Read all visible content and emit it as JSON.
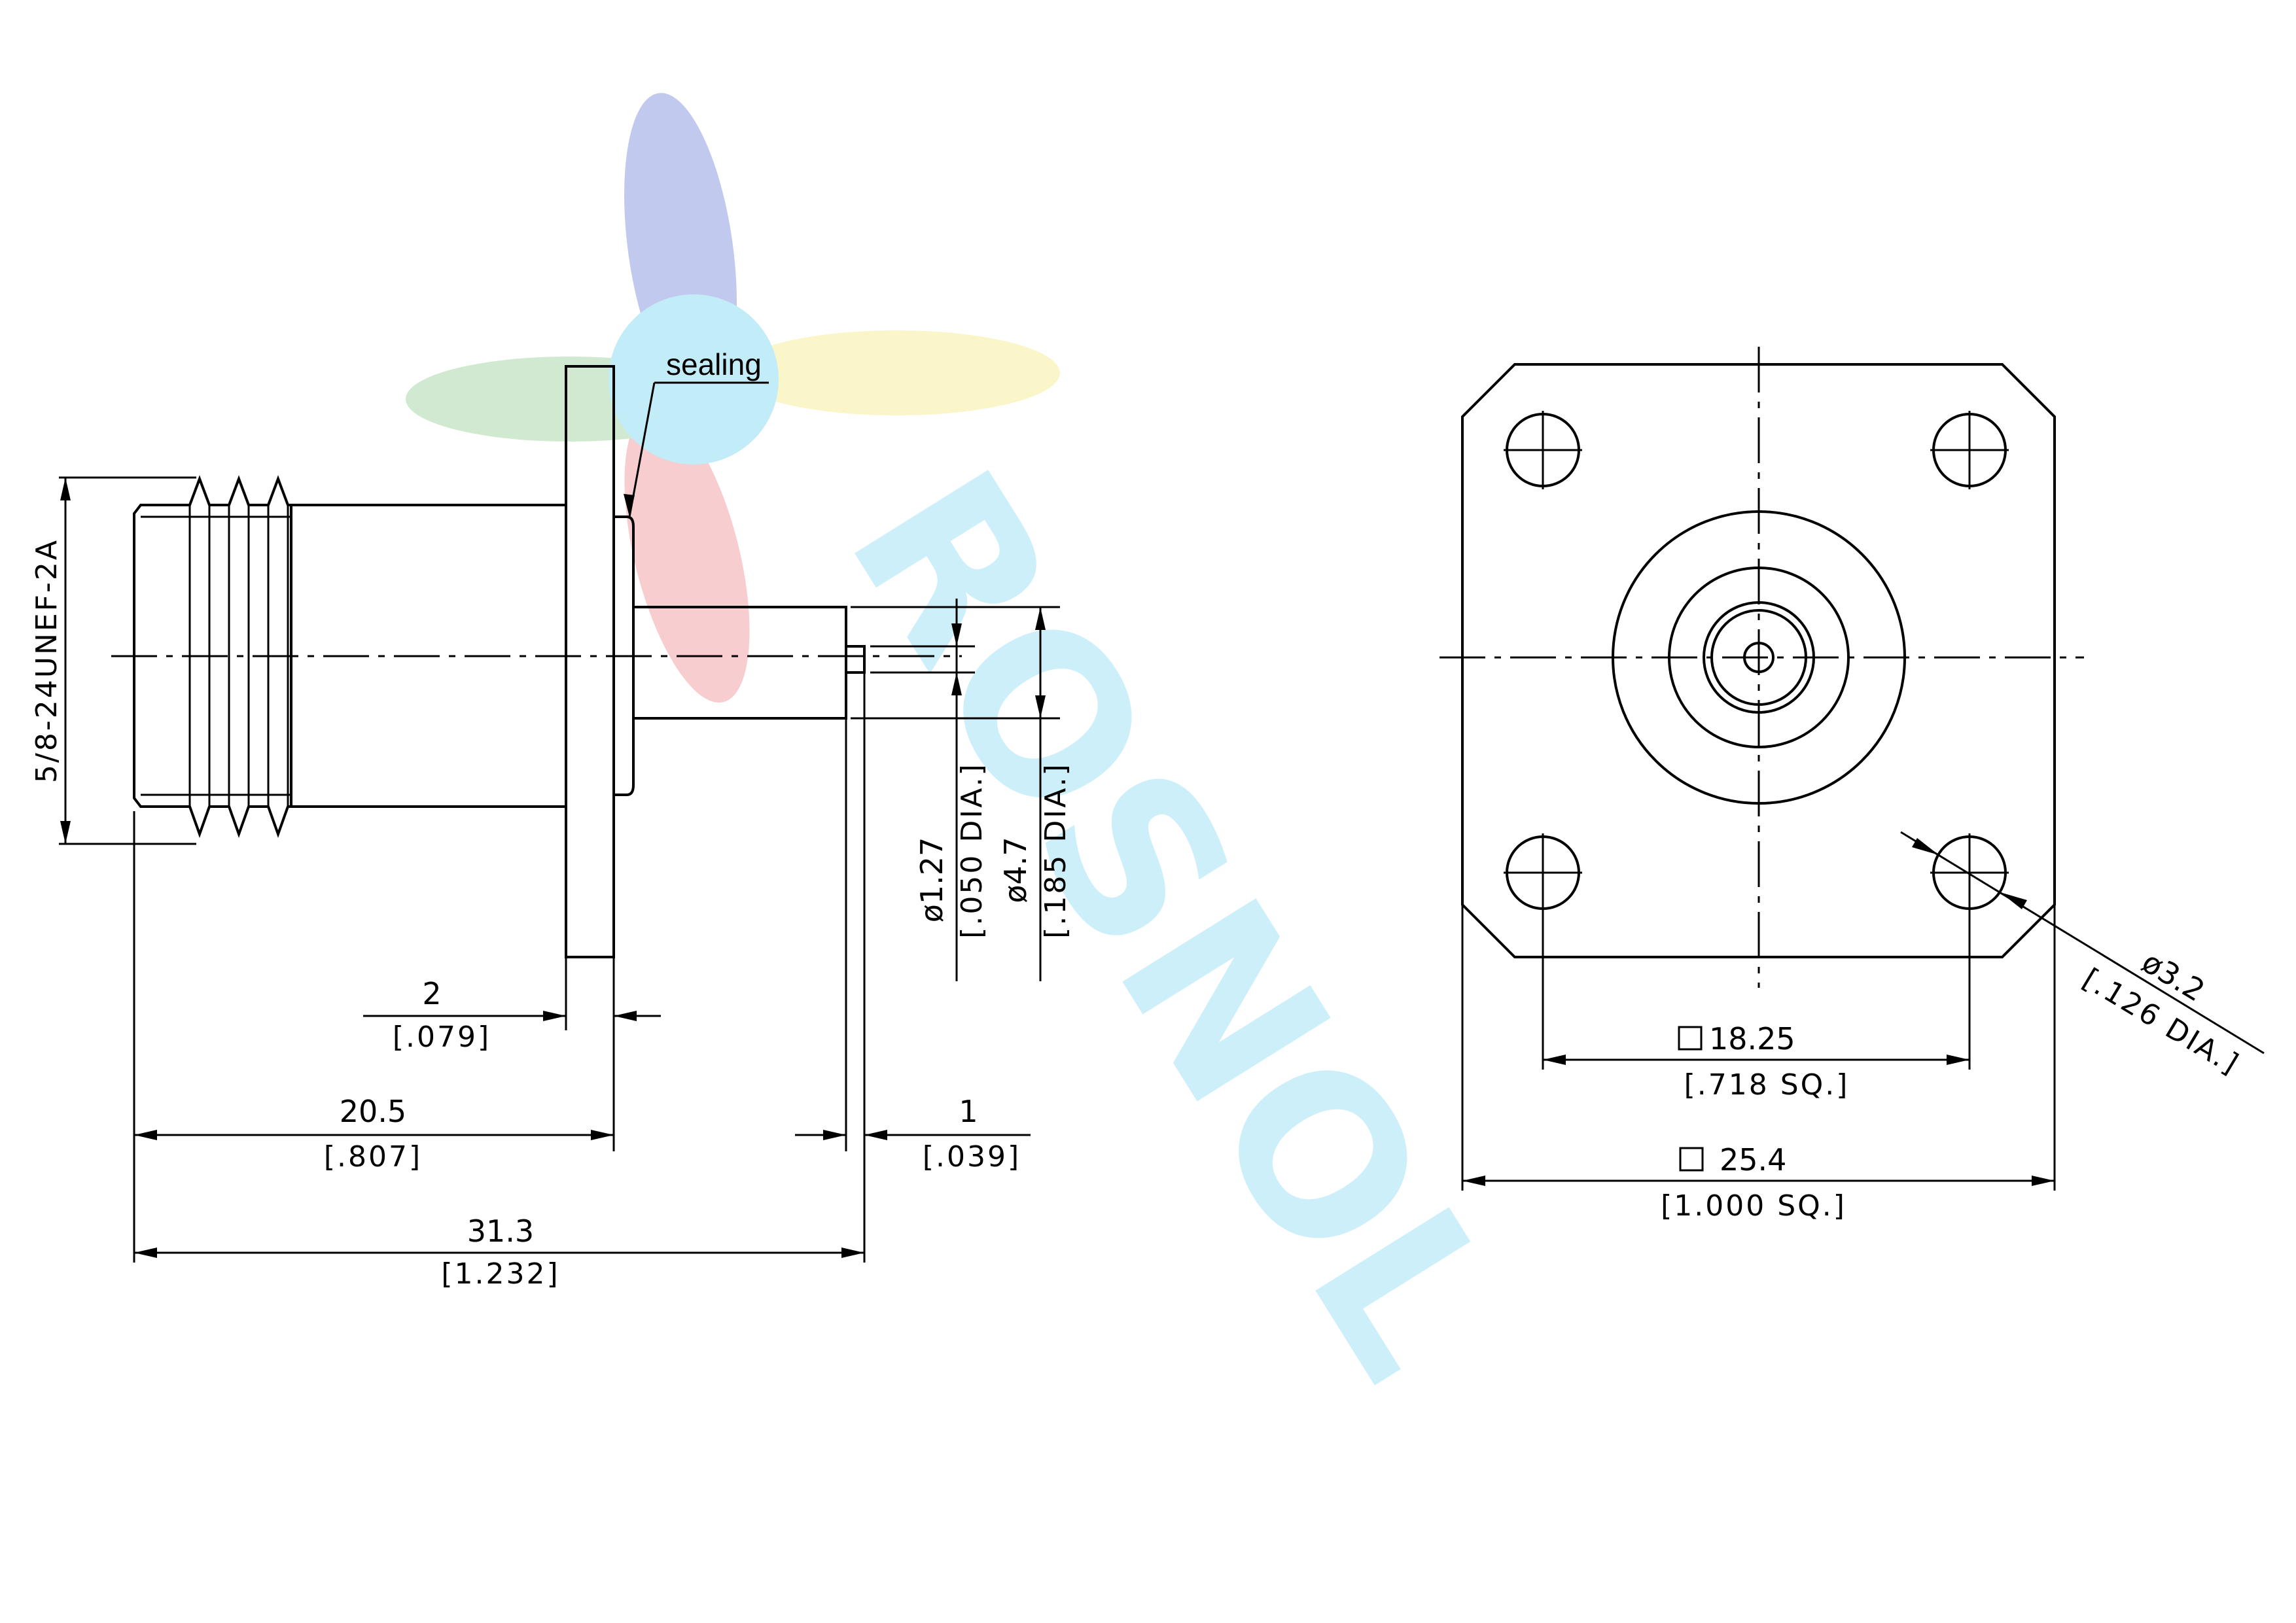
{
  "watermark": {
    "text": "ROSNOL",
    "colors": {
      "blue": "#8e9ee0",
      "red": "#f0a4a8",
      "green": "#a9d7a9",
      "yellow": "#f6ef9e",
      "cyan": "#8fdcf2"
    }
  },
  "side_view": {
    "sealing_label": "sealing",
    "thread_spec": "5/8-24UNEF-2A",
    "dims": {
      "flange_thickness": {
        "metric": "2",
        "inch": "[.079]"
      },
      "body_length": {
        "metric": "20.5",
        "inch": "[.807]"
      },
      "total_length": {
        "metric": "31.3",
        "inch": "[1.232]"
      },
      "pin_tip": {
        "metric": "1",
        "inch": "[.039]"
      },
      "pin_dia": {
        "metric": "ø1.27",
        "inch": "[.050 DIA.]"
      },
      "insulator_dia": {
        "metric": "ø4.7",
        "inch": "[.185 DIA.]"
      }
    }
  },
  "front_view": {
    "dims": {
      "hole_spacing": {
        "metric": "18.25",
        "inch": "[.718 SQ.]"
      },
      "flange_square": {
        "metric": "25.4",
        "inch": "[1.000 SQ.]"
      },
      "hole_dia": {
        "metric": "ø3.2",
        "inch": "[.126 DIA.]"
      }
    }
  }
}
